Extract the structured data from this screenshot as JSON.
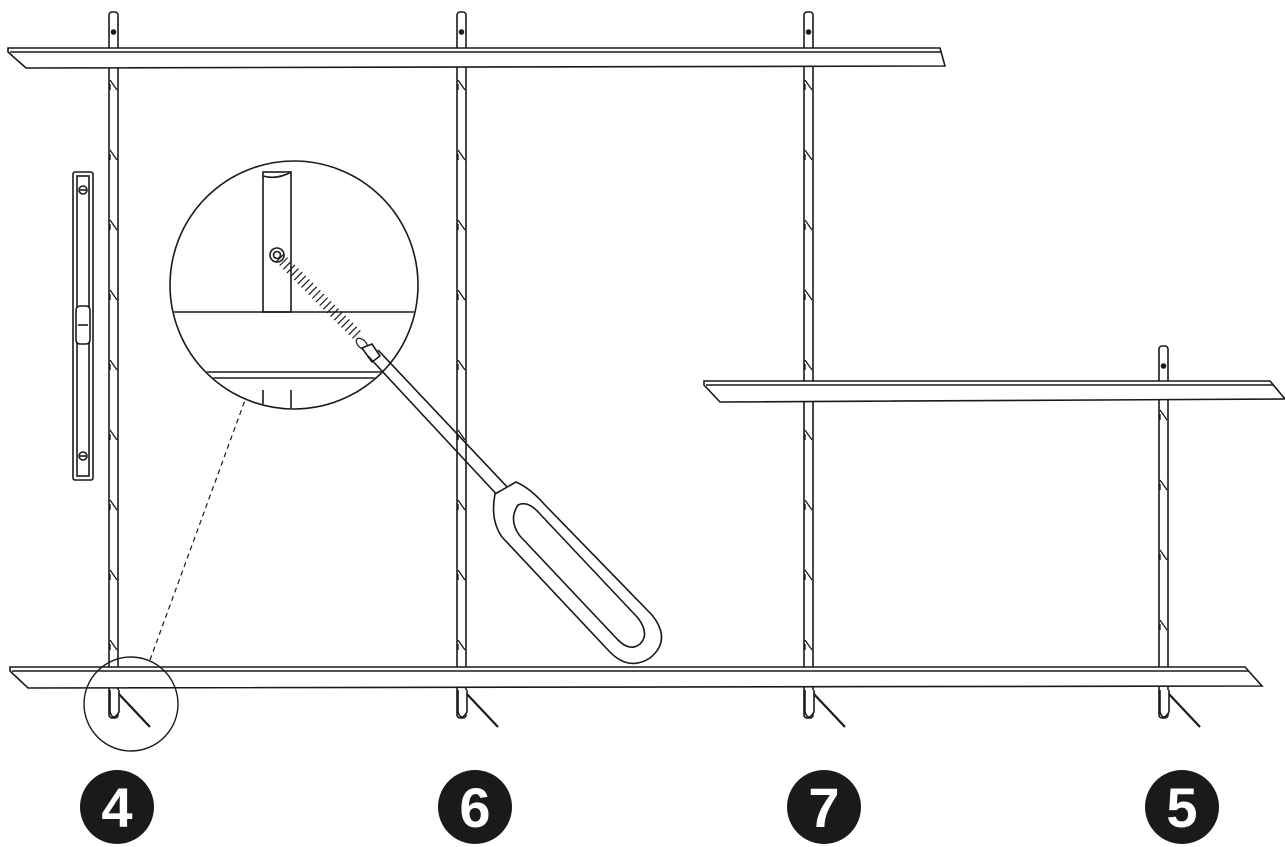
{
  "diagram": {
    "step_numbers": [
      {
        "id": "step-4",
        "label": "4"
      },
      {
        "id": "step-6",
        "label": "6"
      },
      {
        "id": "step-7",
        "label": "7"
      },
      {
        "id": "step-5",
        "label": "5"
      }
    ]
  },
  "colors": {
    "line": "#1a1a1a",
    "badge": "#1a1a1a",
    "background": "#ffffff"
  },
  "icons": [
    "spirit-level-icon",
    "screwdriver-icon",
    "screw-icon",
    "magnifier-detail-icon"
  ]
}
